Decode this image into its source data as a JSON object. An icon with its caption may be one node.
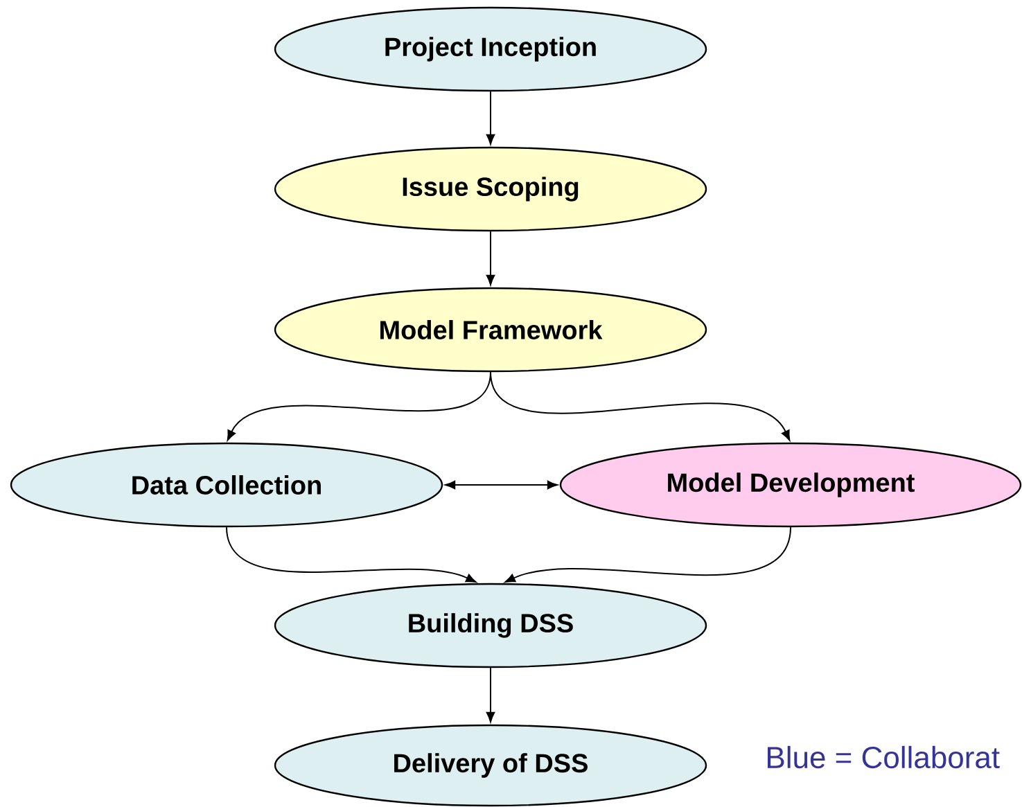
{
  "diagram": {
    "nodes": [
      {
        "text": [
          "Project Inception"
        ]
      },
      {
        "text": [
          "Issue Scoping"
        ]
      },
      {
        "text": [
          "Model Framework"
        ]
      },
      {
        "text": [
          "Data Collection"
        ]
      },
      {
        "text": [
          "Model Development"
        ]
      },
      {
        "text": [
          "Building DSS"
        ]
      },
      {
        "text": [
          "Delivery of DSS"
        ]
      }
    ],
    "edges": [
      {
        "from": 0,
        "to": 1,
        "arrow": "to"
      },
      {
        "from": 1,
        "to": 2,
        "arrow": "to"
      },
      {
        "from": 2,
        "to": 3,
        "arrow": "to"
      },
      {
        "from": 2,
        "to": 4,
        "arrow": "to"
      },
      {
        "from": 3,
        "to": 4,
        "arrow": "both"
      },
      {
        "from": 3,
        "to": 5,
        "arrow": "to"
      },
      {
        "from": 4,
        "to": 5,
        "arrow": "to"
      },
      {
        "from": 5,
        "to": 6,
        "arrow": "to"
      }
    ],
    "labels": [
      "Blue = Collaborat"
    ]
  }
}
